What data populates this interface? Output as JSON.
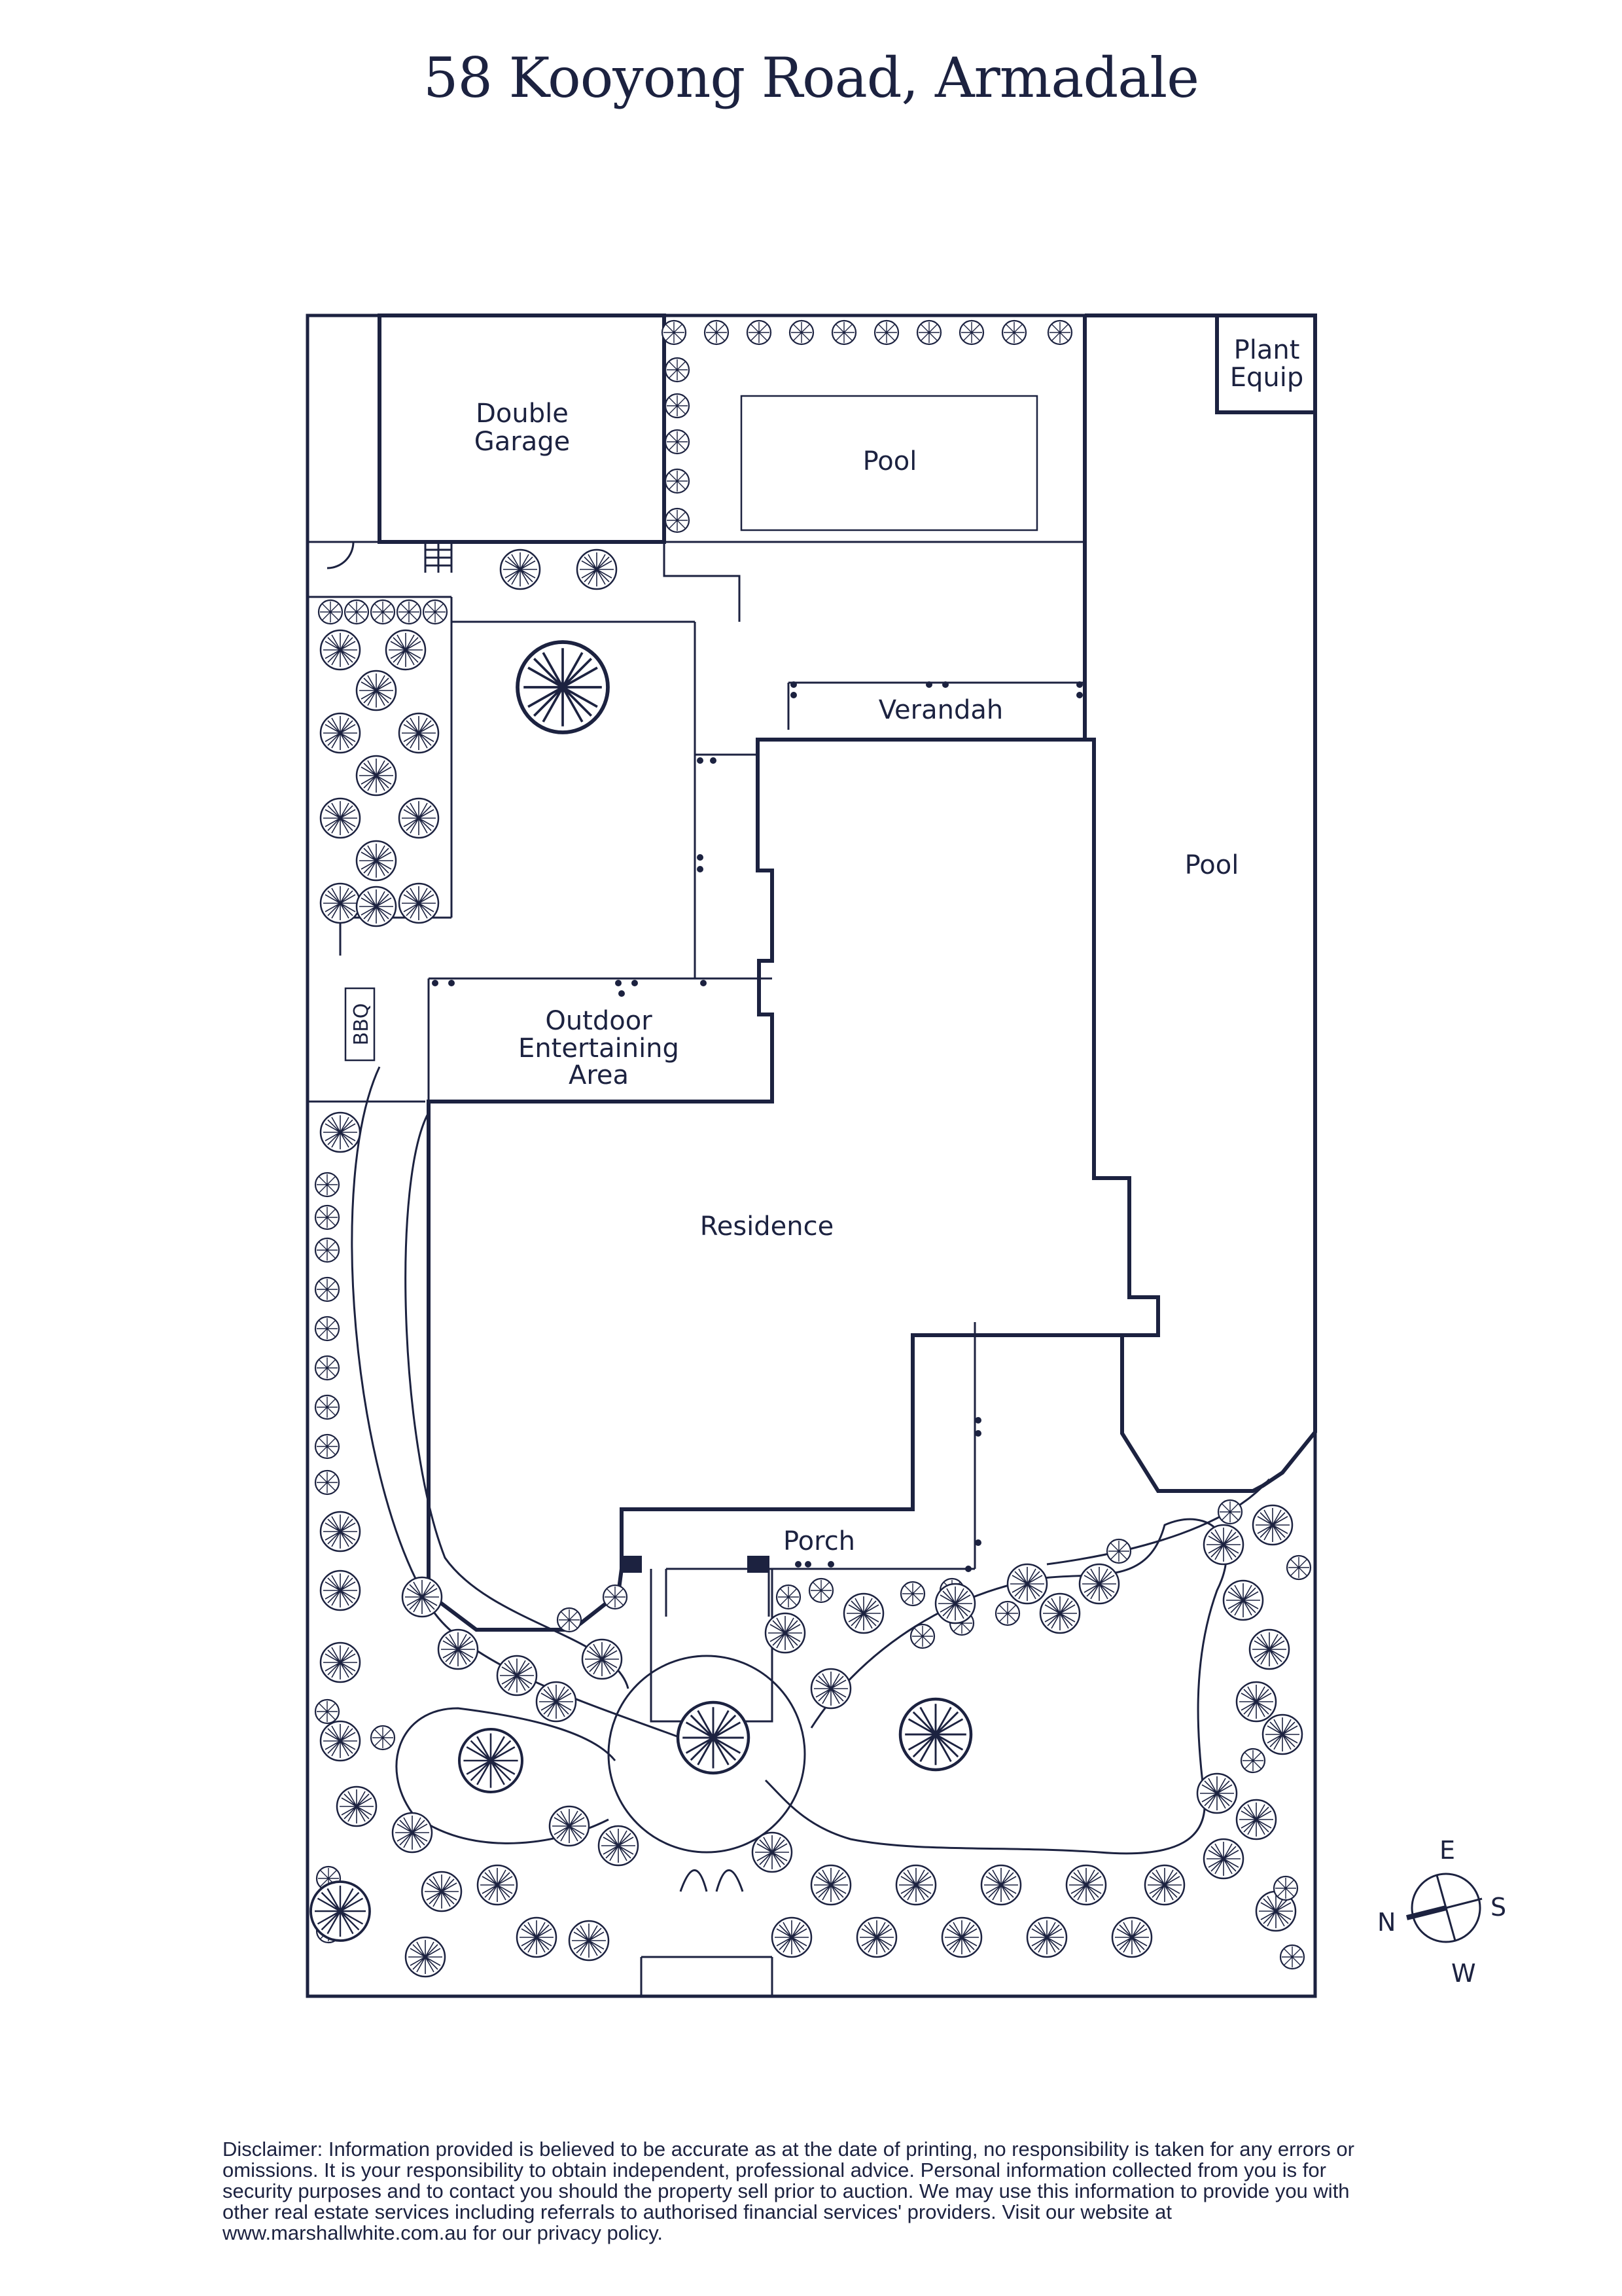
{
  "title": "58 Kooyong Road, Armadale",
  "colors": {
    "ink": "#1c2240",
    "background": "#ffffff"
  },
  "rooms": {
    "double_garage": [
      "Double",
      "Garage"
    ],
    "pool_small": "Pool",
    "plant_equip": [
      "Plant",
      "Equip"
    ],
    "verandah": "Verandah",
    "pool_large": "Pool",
    "bbq": "BBQ",
    "outdoor": [
      "Outdoor",
      "Entertaining",
      "Area"
    ],
    "residence": "Residence",
    "porch": "Porch"
  },
  "compass": {
    "north": "N",
    "east": "E",
    "south": "S",
    "west": "W"
  },
  "disclaimer": "Disclaimer: Information provided is believed to be accurate as at the date of printing, no responsibility is taken for any errors or omissions. It is your responsibility to obtain independent, professional advice. Personal information collected from you is for security purposes and to contact you should the property sell prior to auction. We may use this information to provide you with other real estate services including referrals to authorised financial services' providers. Visit our website at www.marshallwhite.com.au for our privacy policy."
}
